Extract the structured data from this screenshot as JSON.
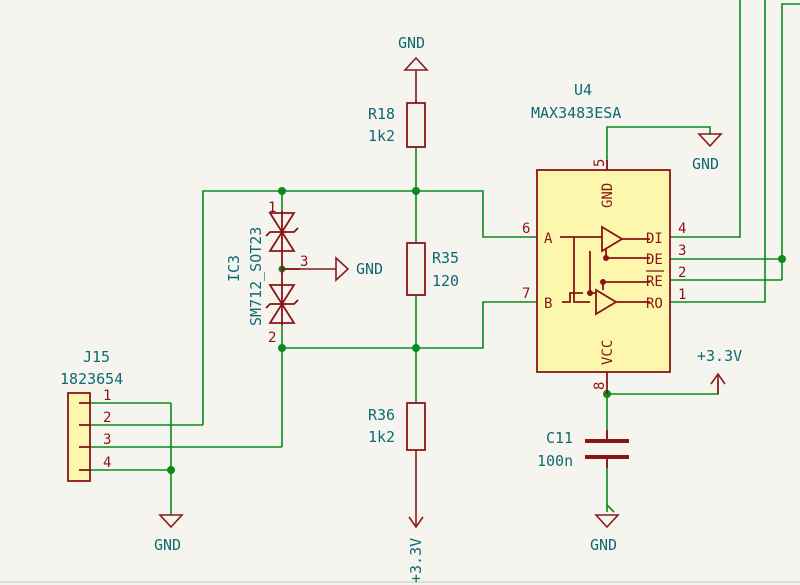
{
  "power": {
    "gnd": "GND",
    "v33": "+3.3V"
  },
  "r18": {
    "ref": "R18",
    "value": "1k2"
  },
  "r35": {
    "ref": "R35",
    "value": "120"
  },
  "r36": {
    "ref": "R36",
    "value": "1k2"
  },
  "c11": {
    "ref": "C11",
    "value": "100n"
  },
  "ic3": {
    "ref": "IC3",
    "value": "SM712_SOT23",
    "pins": [
      "1",
      "2",
      "3"
    ]
  },
  "j15": {
    "ref": "J15",
    "value": "1823654",
    "pins": [
      "1",
      "2",
      "3",
      "4"
    ]
  },
  "u4": {
    "ref": "U4",
    "value": "MAX3483ESA",
    "pin_labels": {
      "a": "A",
      "b": "B",
      "gnd": "GND",
      "vcc": "VCC",
      "di": "DI",
      "de": "DE",
      "re": "RE",
      "ro": "RO"
    },
    "pin_numbers": {
      "a": "6",
      "b": "7",
      "gnd": "5",
      "vcc": "8",
      "di": "4",
      "de": "3",
      "re": "2",
      "ro": "1"
    }
  }
}
